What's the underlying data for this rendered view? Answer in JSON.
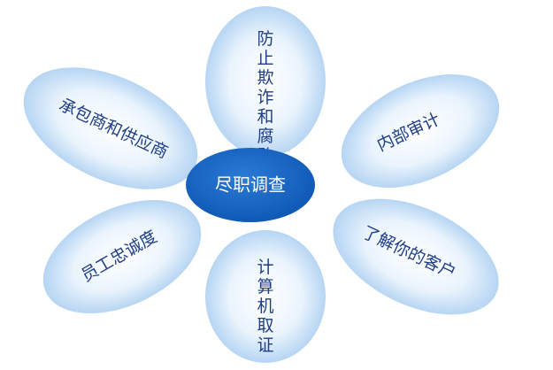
{
  "center": {
    "label": "尽职调查",
    "color": "#1565c0"
  },
  "petals": [
    {
      "id": "top",
      "label": "防止欺诈和腐败"
    },
    {
      "id": "upper-left",
      "label": "承包商和供应商"
    },
    {
      "id": "upper-right",
      "label": "内部审计"
    },
    {
      "id": "lower-left",
      "label": "员工忠诚度"
    },
    {
      "id": "bottom",
      "label": "计算机取证"
    },
    {
      "id": "lower-right",
      "label": "了解你的客户"
    }
  ],
  "colors": {
    "petal_center": "#ffffff",
    "petal_edge": "#a9cdf0",
    "text": "#1f3e86"
  }
}
